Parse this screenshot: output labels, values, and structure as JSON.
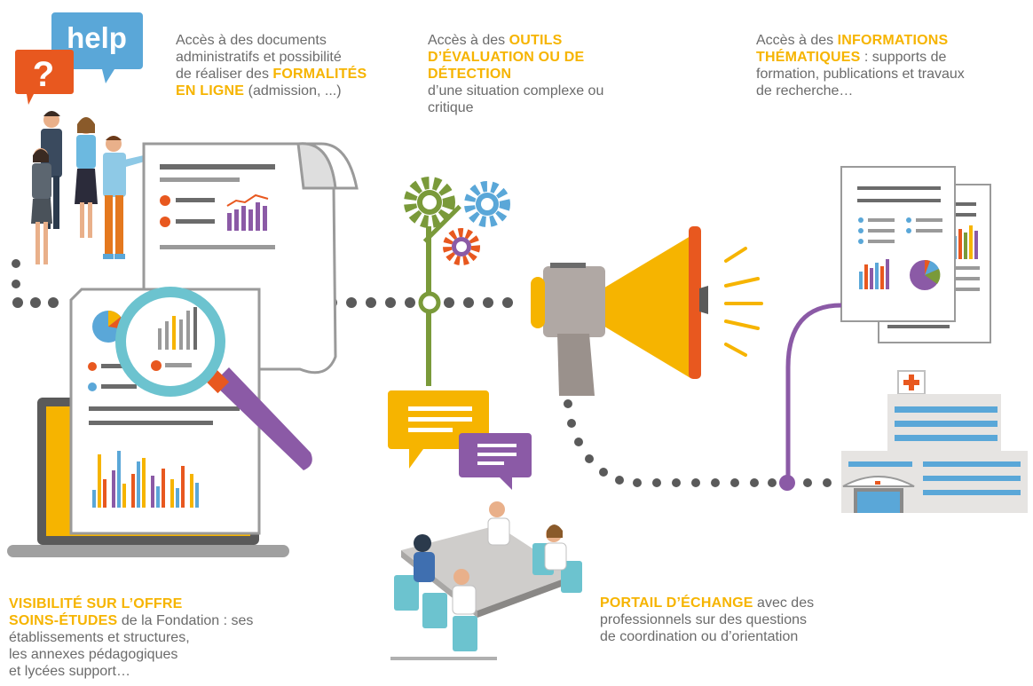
{
  "help_bubble": {
    "label": "help",
    "question": "?"
  },
  "block_documents": {
    "line1": "Accès à des documents",
    "line2": "administratifs et possibilité",
    "line3_plain": "de réaliser des ",
    "line3_hl": "FORMALITÉS",
    "line4_hl": "EN LIGNE",
    "line4_plain": " (admission, ...)"
  },
  "block_outils": {
    "line1_plain": "Accès à des ",
    "line1_hl": "OUTILS",
    "line2_hl": "D’ÉVALUATION OU DE DÉTECTION",
    "line3": "d’une situation complexe ou",
    "line4": "critique"
  },
  "block_infos": {
    "line1_plain": "Accès à des ",
    "line1_hl": "INFORMATIONS",
    "line2_hl": "THÉMATIQUES",
    "line2_plain": " : supports de",
    "line3": "formation, publications et travaux",
    "line4": "de recherche…"
  },
  "block_visibilite": {
    "line1_hl": "VISIBILITÉ SUR L’OFFRE",
    "line2_hl": "SOINS-ÉTUDES",
    "line2_plain": " de la Fondation : ses",
    "line3": "établissements et structures,",
    "line4": "les annexes pédagogiques",
    "line5": "et lycées support…"
  },
  "block_portail": {
    "line1_hl": "PORTAIL D’ÉCHANGE",
    "line1_plain": " avec des",
    "line2": "professionnels sur des questions",
    "line3": "de coordination ou d’orientation"
  },
  "colors": {
    "yellow": "#f6b400",
    "purple": "#8b5aa6",
    "blue": "#5aa7d8",
    "orange": "#e8581f",
    "green": "#7a9a3a",
    "grey": "#8a8a8a",
    "teal": "#6cc3cf"
  }
}
